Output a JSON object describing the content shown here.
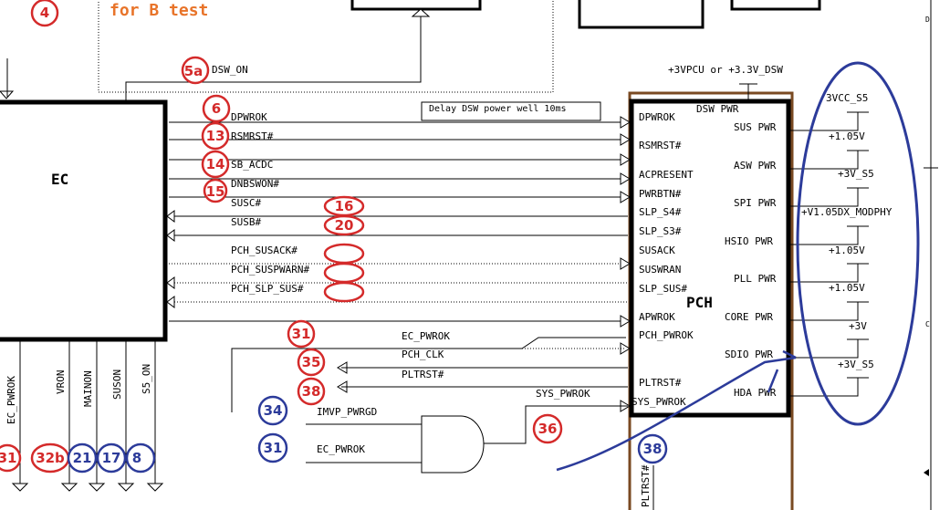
{
  "diagram": {
    "note_text": "for B test",
    "box_ec": {
      "label": "EC"
    },
    "box_pch": {
      "label": "PCH"
    },
    "top_rail_label": "+3VPCU or +3.3V_DSW",
    "dsw_pwr_label": "DSW PWR",
    "delay_note": "Delay DSW power well 10ms",
    "dsw_on_label": "DSW_ON",
    "ec_outputs": [
      "DPWROK",
      "RSMRST#",
      "SB_ACDC",
      "DNBSWON#"
    ],
    "ec_inputs": [
      "SUSC#",
      "SUSB#",
      "PCH_SUSACK#",
      "PCH_SUSPWARN#",
      "PCH_SLP_SUS#"
    ],
    "pch_left_pins": [
      "DPWROK",
      "RSMRST#",
      "ACPRESENT",
      "PWRBTN#",
      "SLP_S4#",
      "SLP_S3#",
      "SUSACK",
      "SUSWRAN",
      "SLP_SUS#",
      "APWROK",
      "PCH_PWROK",
      "PLTRST#",
      "SYS_PWROK"
    ],
    "pch_right_pins": [
      "SUS PWR",
      "ASW PWR",
      "SPI PWR",
      "HSIO PWR",
      "PLL PWR",
      "CORE PWR",
      "SDIO PWR",
      "HDA PWR"
    ],
    "rails": [
      "3VCC_S5",
      "+1.05V",
      "+3V_S5",
      "+V1.05DX_MODPHY",
      "+1.05V",
      "+1.05V",
      "+3V",
      "+3V_S5"
    ],
    "mid_signals": [
      "EC_PWROK",
      "PCH_CLK",
      "PLTRST#",
      "SYS_PWROK"
    ],
    "gate_inputs": [
      "IMVP_PWRGD",
      "EC_PWROK"
    ],
    "bottom_signals": [
      "EC_PWROK",
      "VRON",
      "MAINON",
      "SUSON",
      "S5_ON"
    ],
    "pltrst_bottom": "PLTRST#",
    "side_letters": [
      "D",
      "C"
    ],
    "markers_red": [
      "4",
      "5a",
      "6",
      "13",
      "14",
      "15",
      "16",
      "20",
      "31",
      "35",
      "38",
      "36",
      "31",
      "32b"
    ],
    "markers_blue": [
      "34",
      "31",
      "21",
      "17",
      "8",
      "38"
    ],
    "colors": {
      "red_marker": "#d42a2a",
      "blue_marker": "#2c3b9a",
      "pch_outline": "#7a4a22",
      "note_orange": "#e8742a"
    }
  }
}
